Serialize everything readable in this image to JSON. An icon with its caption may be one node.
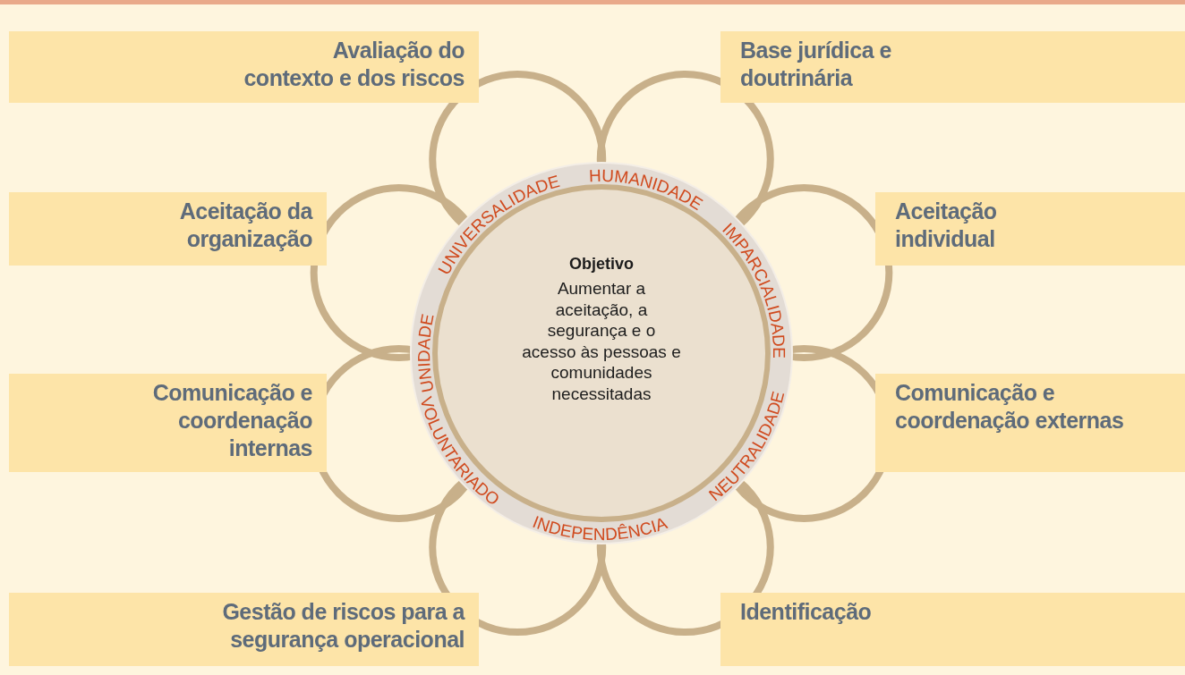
{
  "diagram": {
    "nodes": [
      {
        "text": [
          "Avaliação do contexto e dos riscos"
        ]
      },
      {
        "text": [
          "Base jurídica e doutrinária"
        ]
      },
      {
        "text": [
          "Aceitação da organização"
        ]
      },
      {
        "text": [
          "Aceitação individual"
        ]
      },
      {
        "text": [
          "Comunicação e coordenação internas"
        ]
      },
      {
        "text": [
          "Comunicação e coordenação externas"
        ]
      },
      {
        "text": [
          "Gestão de riscos para a segurança operacional"
        ]
      },
      {
        "text": [
          "Identificação"
        ]
      },
      {
        "text": [
          "UNIDADE",
          "UNIVERSALIDADE",
          "HUMANIDADE",
          "IMPARCIALIDADE",
          "NEUTRALIDADE",
          "INDEPENDÊNCIA",
          "VOLUNTARIADO"
        ]
      },
      {
        "text": [
          "Objetivo",
          "Aumentar a aceitação, a segurança e o acesso às pessoas e comunidades necessitadas"
        ],
        "in": 8
      }
    ]
  }
}
